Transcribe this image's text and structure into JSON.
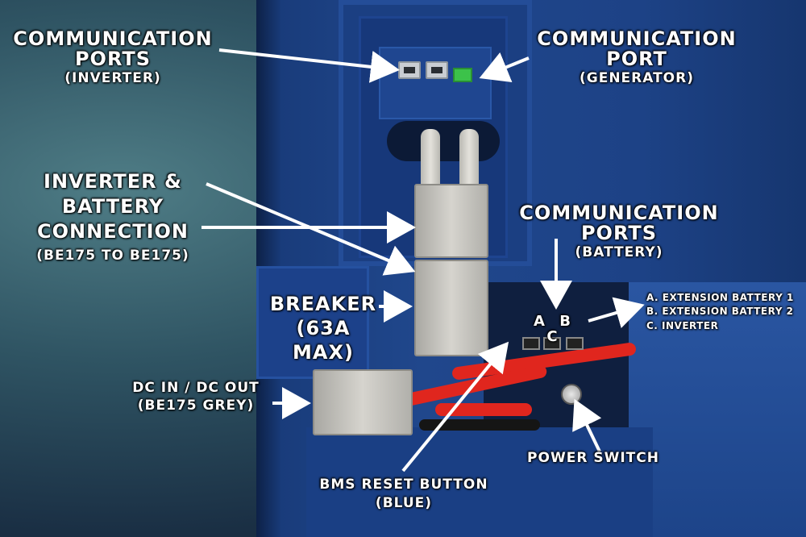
{
  "labels": {
    "comm_inverter": {
      "line1": "COMMUNICATION",
      "line2": "PORTS",
      "sub": "(INVERTER)"
    },
    "comm_generator": {
      "line1": "COMMUNICATION",
      "line2": "PORT",
      "sub": "(GENERATOR)"
    },
    "inverter_battery": {
      "line1": "INVERTER &",
      "line2": "BATTERY",
      "line3": "CONNECTION",
      "sub": "(BE175 TO BE175)"
    },
    "comm_battery": {
      "line1": "COMMUNICATION",
      "line2": "PORTS",
      "sub": "(BATTERY)"
    },
    "breaker": {
      "line1": "BREAKER",
      "line2": "(63A MAX)"
    },
    "dc_in_out": {
      "line1": "DC IN / DC OUT",
      "line2": "(BE175 GREY)"
    },
    "port_letters": "A B C",
    "port_legend": [
      "A. EXTENSION BATTERY 1",
      "B. EXTENSION  BATTERY 2",
      "C. INVERTER"
    ],
    "bms_reset": {
      "line1": "BMS RESET BUTTON",
      "line2": "(BLUE)"
    },
    "power_switch": "POWER SWITCH"
  },
  "colors": {
    "label_text": "#ffffff",
    "cabinet": "#1d4286",
    "background": "#2f5463",
    "cable_red": "#e0261e",
    "connector_grey": "#c9c7c1"
  }
}
